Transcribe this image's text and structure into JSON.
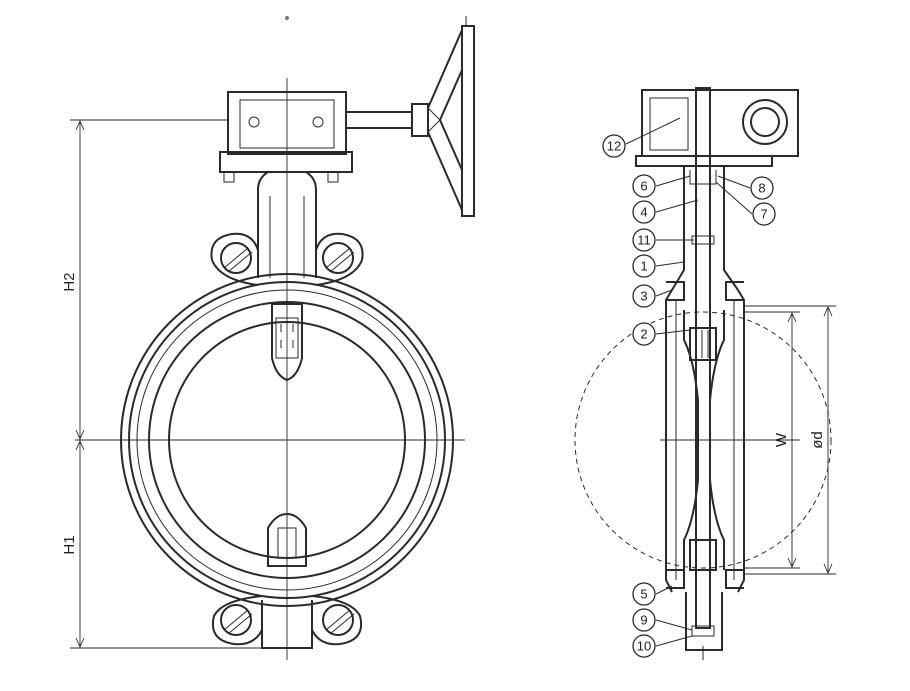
{
  "dimensions": {
    "h2": "H2",
    "h1": "H1",
    "w": "W",
    "d": "ød"
  },
  "callouts": [
    {
      "label": "12"
    },
    {
      "label": "6"
    },
    {
      "label": "8"
    },
    {
      "label": "4"
    },
    {
      "label": "7"
    },
    {
      "label": "11"
    },
    {
      "label": "1"
    },
    {
      "label": "3"
    },
    {
      "label": "2"
    },
    {
      "label": "5"
    },
    {
      "label": "9"
    },
    {
      "label": "10"
    }
  ]
}
